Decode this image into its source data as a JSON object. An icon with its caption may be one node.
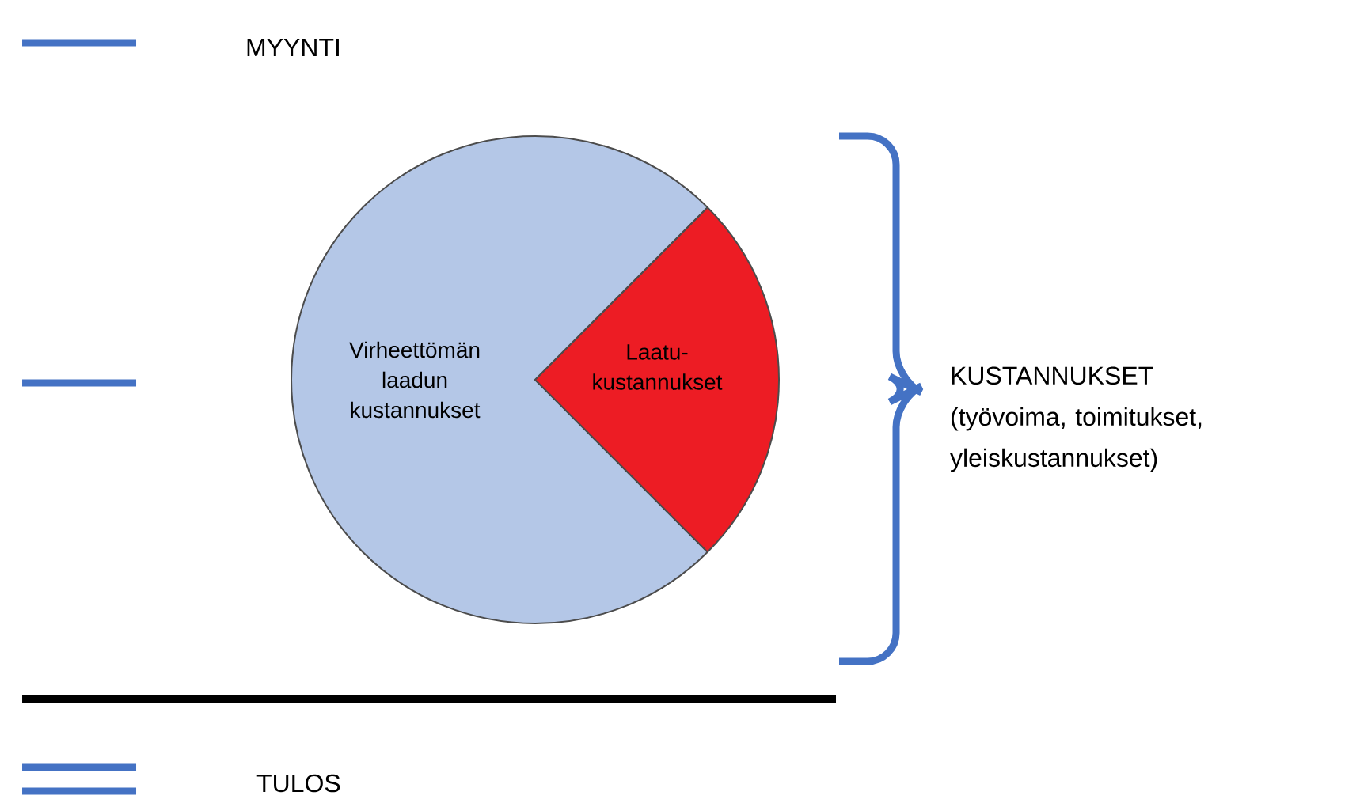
{
  "diagram": {
    "nodes": [
      {
        "text": [
          "Virheettömän laadun kustannukset"
        ]
      },
      {
        "text": [
          "Laatu- kustannukset"
        ]
      }
    ],
    "labels": [
      "MYYNTI",
      "KUSTANNUKSET (työvoima, toimitukset, yleiskustannukset)",
      "TULOS"
    ]
  }
}
